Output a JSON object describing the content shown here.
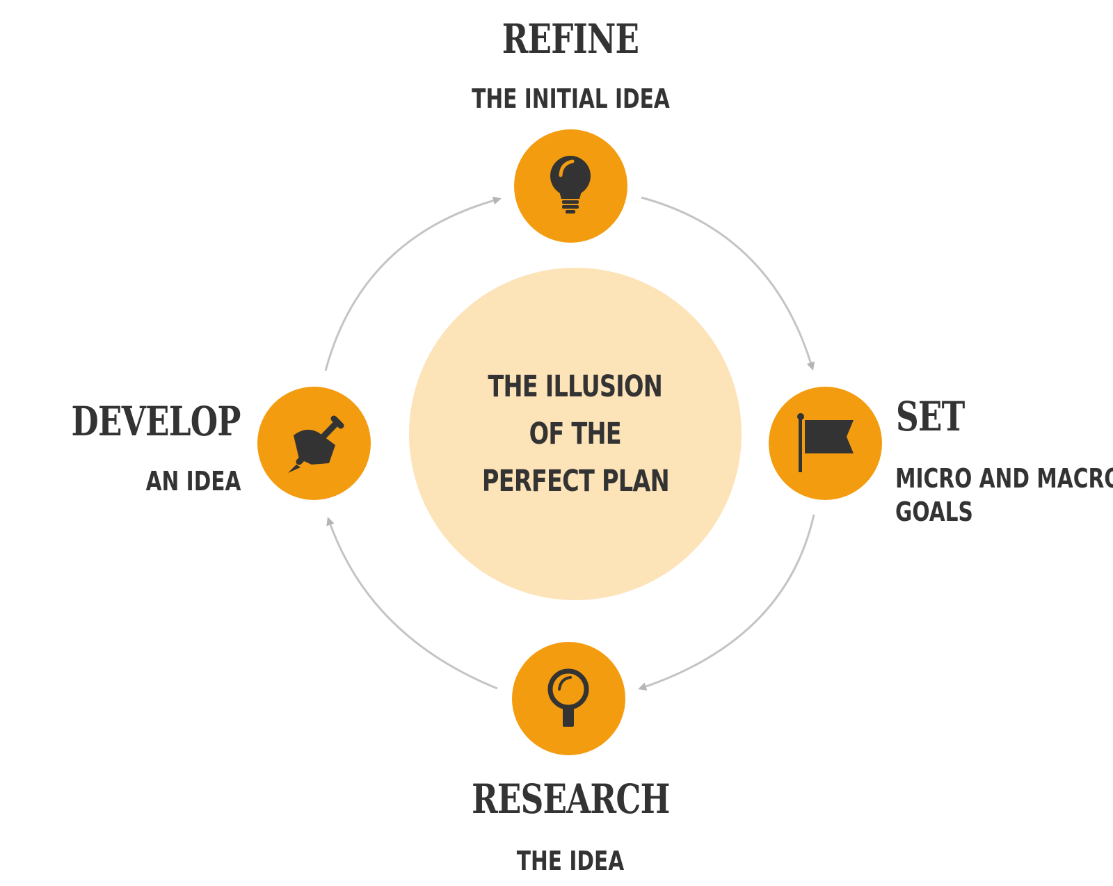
{
  "center": {
    "lines": [
      "THE ILLUSION",
      "OF THE",
      "PERFECT PLAN"
    ]
  },
  "stages": {
    "refine": {
      "title": "REFINE",
      "subtitle": "THE INITIAL IDEA",
      "icon": "lightbulb-icon"
    },
    "set": {
      "title": "SET",
      "subtitle_lines": [
        "MICRO AND MACRO",
        "GOALS"
      ],
      "icon": "flag-icon"
    },
    "research": {
      "title": "RESEARCH",
      "subtitle": "THE IDEA",
      "icon": "magnifier-icon"
    },
    "develop": {
      "title": "DEVELOP",
      "subtitle": "AN IDEA",
      "icon": "pen-hand-icon"
    }
  },
  "colors": {
    "node": "#f39c0f",
    "center": "#fde3b8",
    "text": "#333333",
    "arrow": "#bdbdbd"
  }
}
